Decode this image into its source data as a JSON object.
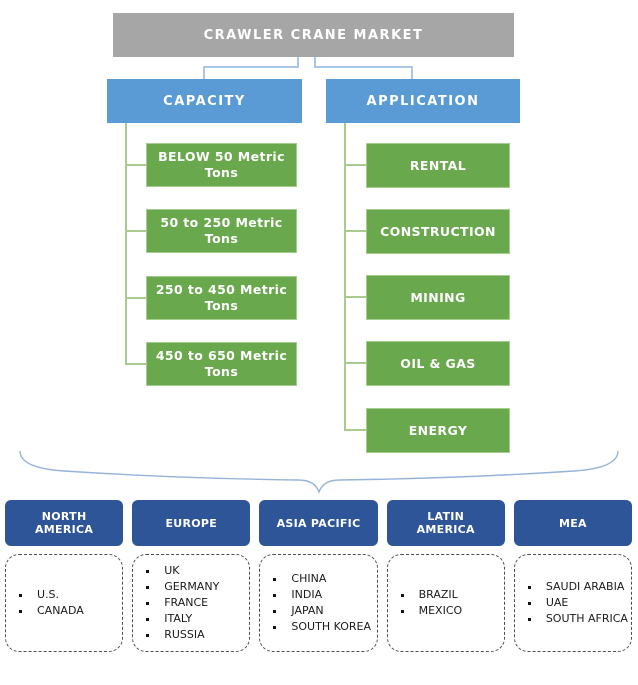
{
  "diagram": {
    "title": "CRAWLER CRANE MARKET",
    "capacity": {
      "label": "CAPACITY",
      "items": [
        "BELOW 50 Metric Tons",
        "50 to 250 Metric Tons",
        "250 to 450 Metric Tons",
        "450 to 650 Metric Tons"
      ]
    },
    "application": {
      "label": "APPLICATION",
      "items": [
        "RENTAL",
        "CONSTRUCTION",
        "MINING",
        "OIL & GAS",
        "ENERGY"
      ]
    }
  },
  "regions": [
    {
      "label": "NORTH\nAMERICA",
      "countries": [
        "U.S.",
        "CANADA"
      ]
    },
    {
      "label": "EUROPE",
      "countries": [
        "UK",
        "GERMANY",
        "FRANCE",
        "ITALY",
        "RUSSIA"
      ]
    },
    {
      "label": "ASIA PACIFIC",
      "countries": [
        "CHINA",
        "INDIA",
        "JAPAN",
        "SOUTH KOREA"
      ]
    },
    {
      "label": "LATIN\nAMERICA",
      "countries": [
        "BRAZIL",
        "MEXICO"
      ]
    },
    {
      "label": "MEA",
      "countries": [
        "SAUDI ARABIA",
        "UAE",
        "SOUTH AFRICA"
      ]
    }
  ],
  "colors": {
    "root_box": "#a6a6a6",
    "branch_box": "#5b9bd5",
    "leaf_box": "#6aa84d",
    "leaf_border": "#a5cd8d",
    "region_header": "#2e5597",
    "connector_blue": "#a9c5e8",
    "connector_green": "#a9cb8d",
    "brace": "#95b3d7",
    "text_light": "#ffffff",
    "text_dark": "#1a1a1a"
  }
}
